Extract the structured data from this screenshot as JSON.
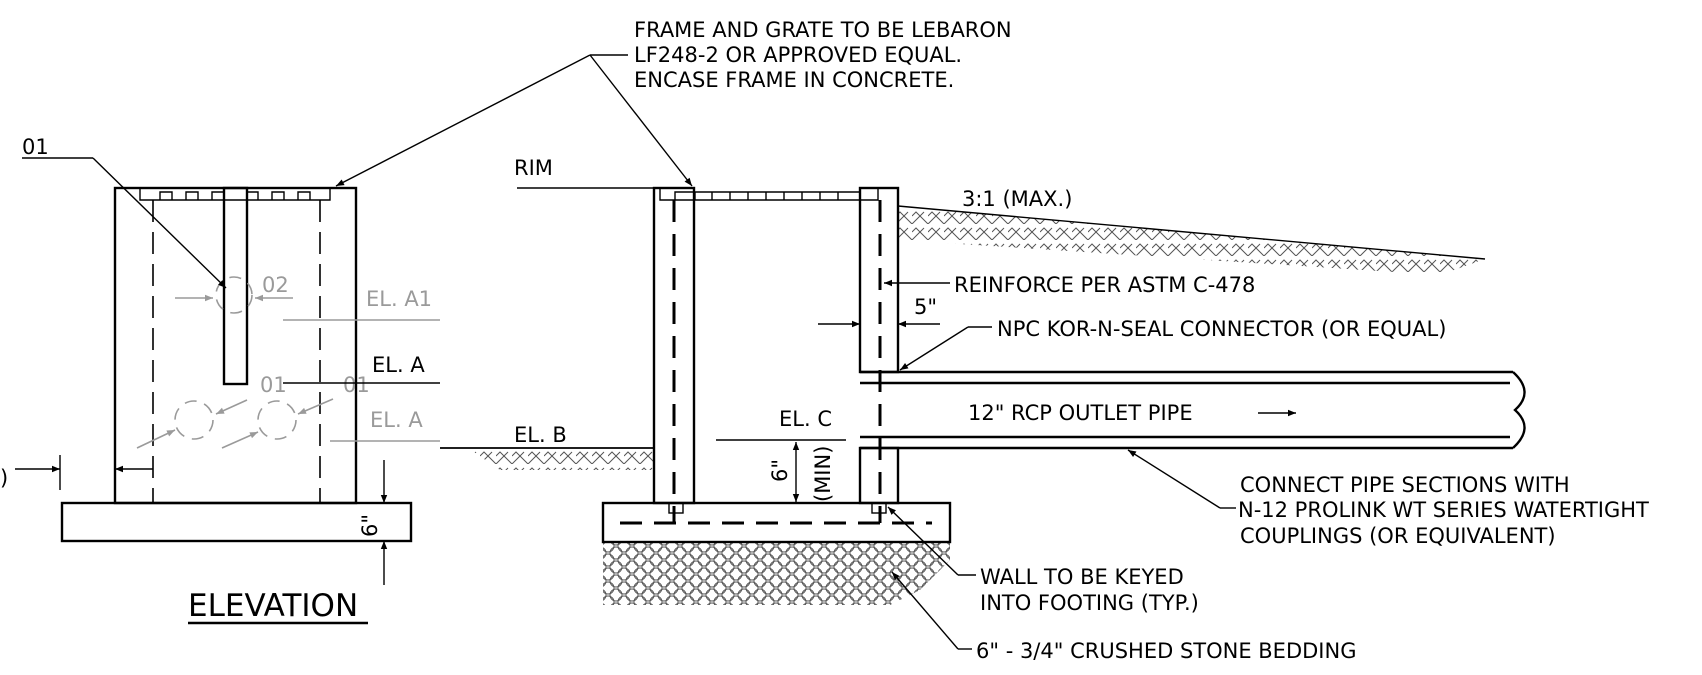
{
  "callouts": {
    "frame_grate": [
      "FRAME AND GRATE TO BE LEBARON",
      "LF248-2 OR APPROVED EQUAL.",
      "ENCASE FRAME IN CONCRETE."
    ],
    "slope": "3:1 (MAX.)",
    "reinforce": "REINFORCE PER ASTM C-478",
    "wall_dim": "5\"",
    "connector": "NPC KOR-N-SEAL CONNECTOR (OR EQUAL)",
    "outlet_pipe": "12\" RCP OUTLET PIPE",
    "couplings": [
      "CONNECT PIPE SECTIONS WITH",
      "N-12 PROLINK WT SERIES WATERTIGHT",
      "COUPLINGS (OR EQUIVALENT)"
    ],
    "keyed": [
      "WALL TO BE KEYED",
      "INTO FOOTING (TYP.)"
    ],
    "bedding": "6\" - 3/4\" CRUSHED STONE BEDDING"
  },
  "elevation_view": {
    "title": "ELEVATION",
    "pipe_id_top": "01",
    "pipe_id_02": "02",
    "pipe_id_01a": "01",
    "pipe_id_01b": "01",
    "el_a1": "EL. A1",
    "el_a_black": "EL. A",
    "el_a_grey": "EL. A",
    "footing_dim": "6\"",
    "edge_paren": ")"
  },
  "section_view": {
    "rim": "RIM",
    "el_b": "EL. B",
    "el_c": "EL. C",
    "sump_dim": "6\"",
    "sump_min": "(MIN)"
  },
  "colors": {
    "line": "#000000",
    "existing": "#9a9a9a",
    "background": "#ffffff"
  }
}
